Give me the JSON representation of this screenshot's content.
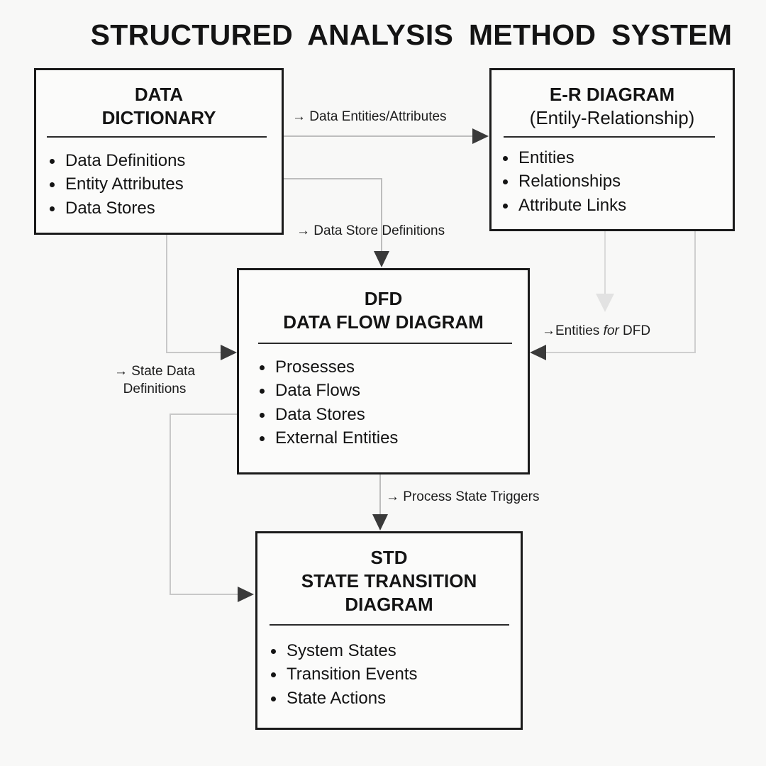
{
  "title": "STRUCTURED ANALYSIS METHOD SYSTEM",
  "nodes": {
    "data_dictionary": {
      "title_line1": "DATA",
      "title_line2": "DICTIONARY",
      "items": [
        "Data Definitions",
        "Entity Attributes",
        "Data Stores"
      ]
    },
    "er_diagram": {
      "title": "E-R DIAGRAM",
      "subtitle": "(Entily-Relationship)",
      "items": [
        "Entities",
        "Relationships",
        "Attribute Links"
      ]
    },
    "dfd": {
      "title_line1": "DFD",
      "title_line2": "DATA FLOW DIAGRAM",
      "items": [
        "Prosesses",
        "Data Flows",
        "Data Stores",
        "External Entities"
      ]
    },
    "std": {
      "title_line1": "STD",
      "title_line2": "STATE TRANSITION",
      "title_line3": "DIAGRAM",
      "items": [
        "System States",
        "Transition Events",
        "State Actions"
      ]
    }
  },
  "edges": {
    "dd_to_er": "→ Data Entities/Attributes",
    "dd_to_dfd": "→ Data Store Definitions",
    "er_to_dfd_prefix": "→Entities ",
    "er_to_dfd_italic": "for",
    "er_to_dfd_suffix": " DFD",
    "state_line1": "→ State Data",
    "state_line2": "Definitions",
    "dfd_to_std": "→ Process State Triggers"
  }
}
